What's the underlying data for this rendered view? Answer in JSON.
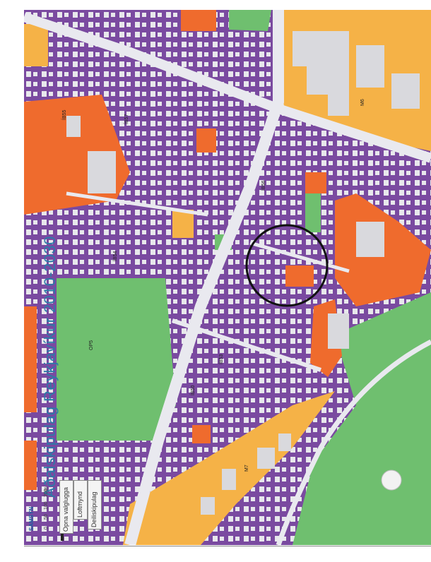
{
  "title": "Aðalskipulag Reykjavíkur 2010-2030",
  "legend": {
    "open_label": "Opna valglugga",
    "loft_label": "Loftmynd",
    "deili_label": "Deiliskipulag"
  },
  "zone_labels": [
    "ÍB57",
    "ÍB50",
    "ÍB54",
    "ÍB56",
    "ÍB53",
    "ÍB55",
    "M6",
    "M7",
    "OP5"
  ],
  "scale": {
    "ticks": [
      "0",
      "50",
      "100",
      "200"
    ],
    "unit": "m"
  },
  "brand": "SAMSÝN",
  "colors": {
    "residential": "#7a4aa0",
    "green": "#6fbf6f",
    "commercial": "#f5b247",
    "service": "#ef6b2d",
    "road": "#e9e9ef",
    "building": "#e8e8ec",
    "title": "#2c7aa8"
  }
}
